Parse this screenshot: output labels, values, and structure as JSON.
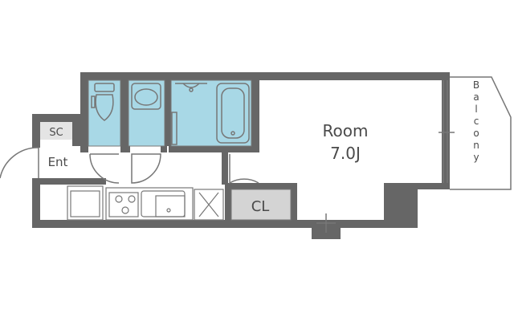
{
  "rooms": {
    "main_room": {
      "name": "Room",
      "size": "7.0J"
    },
    "closet": {
      "name": "CL"
    },
    "shoe_cabinet": {
      "name": "SC"
    },
    "entrance": {
      "name": "Ent"
    },
    "balcony": {
      "name": "Balcony"
    }
  },
  "colors": {
    "wall": "#666666",
    "wet_area": "#a8d8e6",
    "closet_fill": "#d4d4d4",
    "line": "#777777",
    "text": "#4a4a4a"
  }
}
